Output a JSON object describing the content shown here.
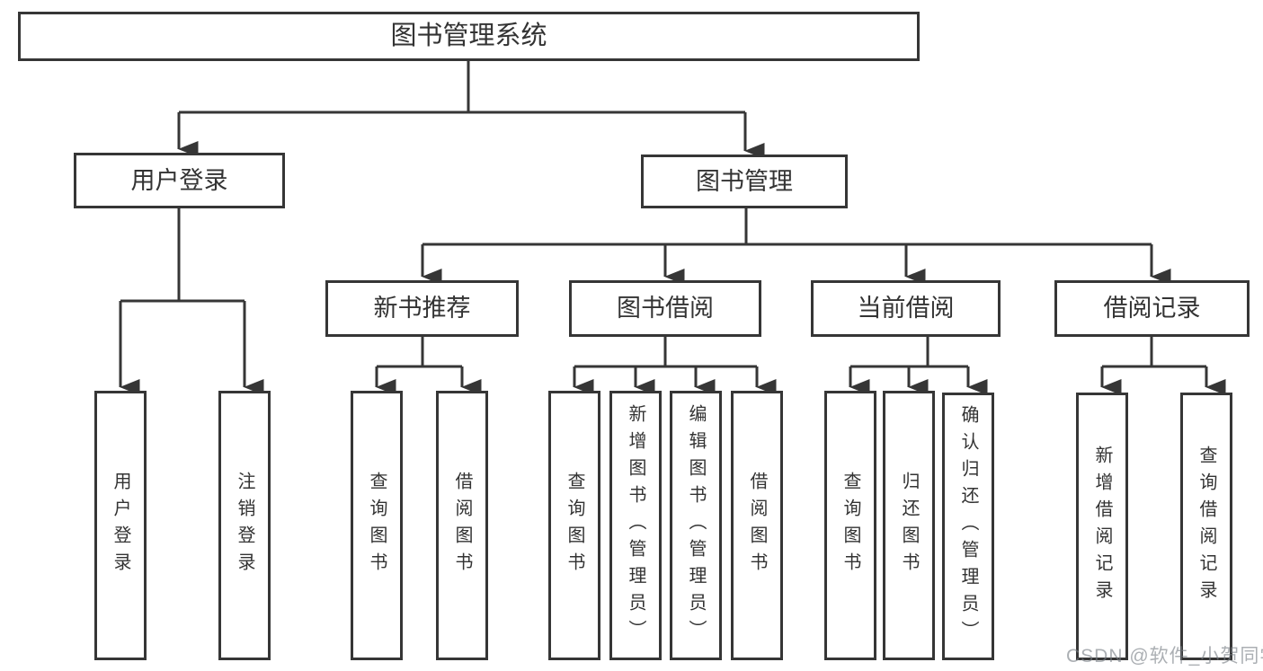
{
  "root": {
    "label": "图书管理系统"
  },
  "user_login": {
    "label": "用户登录",
    "leaves": [
      "用户登录",
      "注销登录"
    ]
  },
  "book_mgmt": {
    "label": "图书管理",
    "groups": [
      {
        "label": "新书推荐",
        "leaves": [
          "查询图书",
          "借阅图书"
        ]
      },
      {
        "label": "图书借阅",
        "leaves": [
          "查询图书",
          "新增图书（管理员）",
          "编辑图书（管理员）",
          "借阅图书"
        ]
      },
      {
        "label": "当前借阅",
        "leaves": [
          "查询图书",
          "归还图书",
          "确认归还（管理员）"
        ]
      },
      {
        "label": "借阅记录",
        "leaves": [
          "新增借阅记录",
          "查询借阅记录"
        ]
      }
    ]
  },
  "watermark": "CSDN @软件_小贺同学",
  "colors": {
    "line": "#363636",
    "text": "#333333",
    "background": "#ffffff",
    "watermark_gray": "#7a8086"
  }
}
